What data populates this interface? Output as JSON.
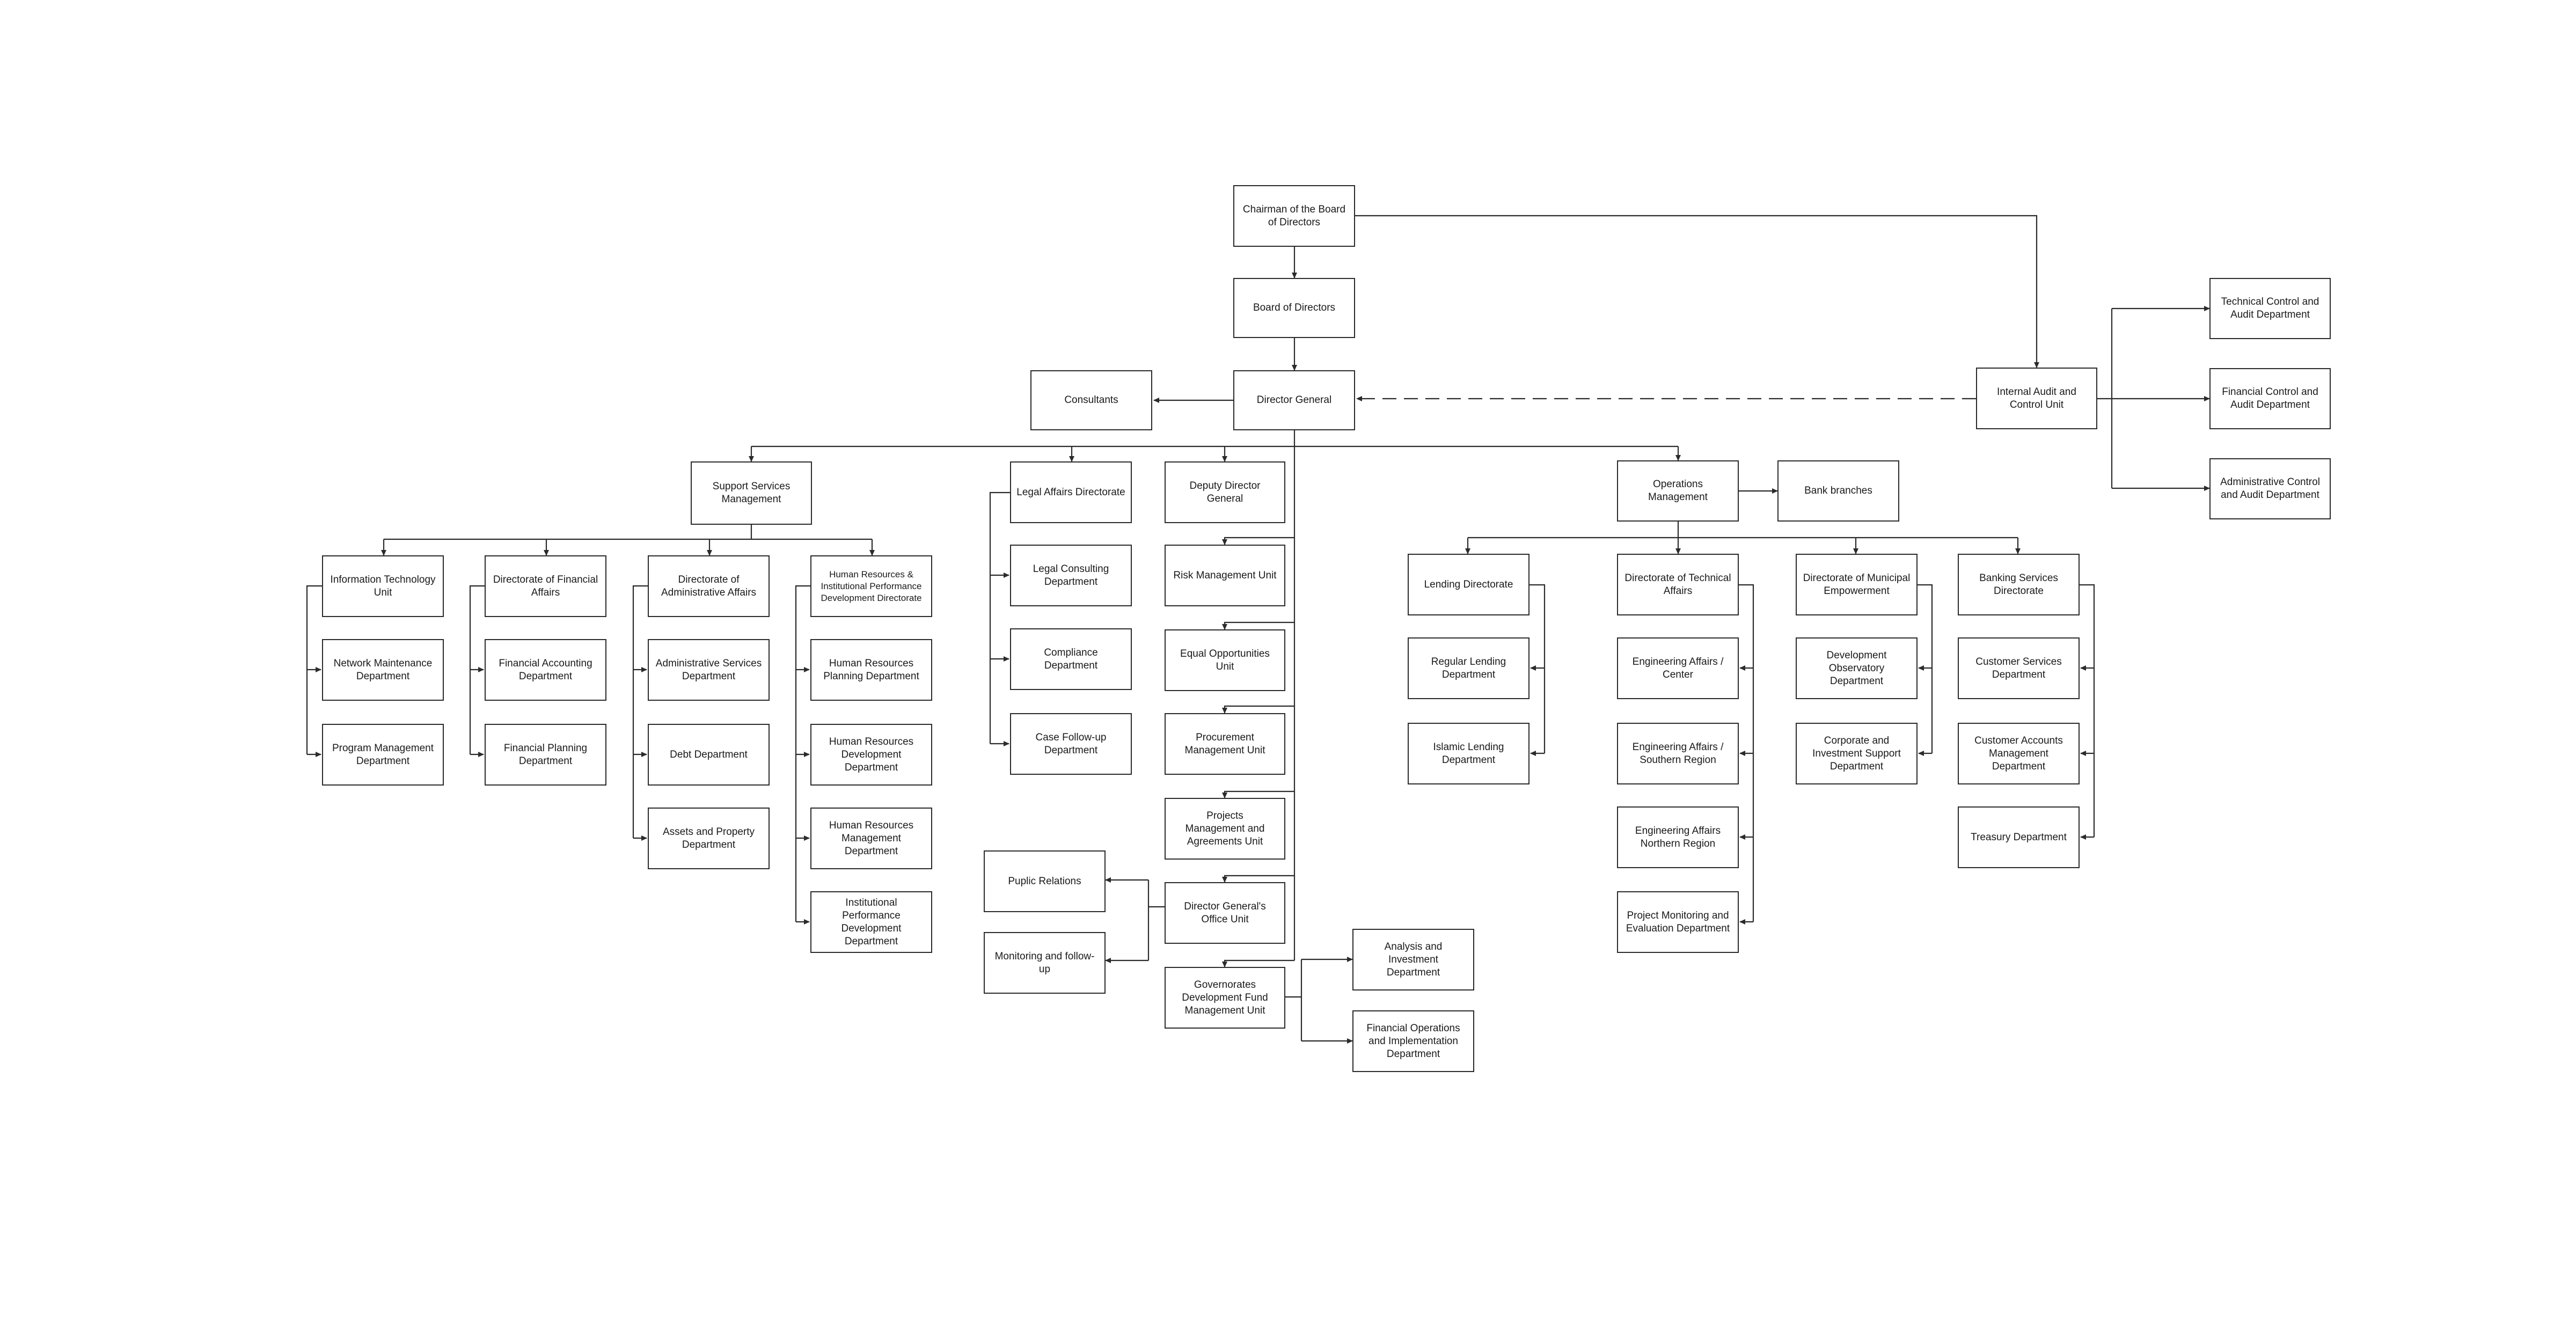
{
  "colors": {
    "line": "#2b2b2b",
    "box_border": "#2b2b2b",
    "background": "#ffffff"
  },
  "nodes": {
    "chairman": "Chairman of the Board\nof Directors",
    "board": "Board of Directors",
    "dg": "Director General",
    "consultants": "Consultants",
    "internal_audit": "Internal Audit and\nControl Unit",
    "technical_control": "Technical Control and\nAudit Department",
    "financial_control": "Financial Control and\nAudit Department",
    "admin_control": "Administrative Control\nand Audit Department",
    "support_services": "Support Services\nManagement",
    "it_unit": "Information Technology\nUnit",
    "network_maint": "Network Maintenance\nDepartment",
    "program_mgmt": "Program Management\nDepartment",
    "financial_affairs": "Directorate of Financial\nAffairs",
    "financial_accounting": "Financial Accounting\nDepartment",
    "financial_planning": "Financial Planning\nDepartment",
    "admin_affairs": "Directorate of\nAdministrative Affairs",
    "admin_services": "Administrative Services\nDepartment",
    "debt": "Debt Department",
    "assets_property": "Assets and Property\nDepartment",
    "hr_directorate": "Human Resources &\nInstitutional Performance\nDevelopment Directorate",
    "hr_planning": "Human Resources\nPlanning Department",
    "hr_development": "Human Resources\nDevelopment\nDepartment",
    "hr_management": "Human Resources\nManagement\nDepartment",
    "inst_perf": "Institutional\nPerformance\nDevelopment\nDepartment",
    "legal_affairs": "Legal Affairs Directorate",
    "legal_consulting": "Legal Consulting\nDepartment",
    "compliance": "Compliance Department",
    "case_followup": "Case Follow-up\nDepartment",
    "deputy_dg": "Deputy Director General",
    "risk_mgmt": "Risk Management Unit",
    "equal_opp": "Equal Opportunities\nUnit",
    "procurement": "Procurement\nManagement Unit",
    "projects_mgmt": "Projects\nManagement  and\nAgreements Unit",
    "dg_office": "Director General's\nOffice Unit",
    "public_relations": "Puplic Relations",
    "monitoring": "Monitoring and follow-\nup",
    "governorates_fund": "Governorates\nDevelopment Fund\nManagement Unit",
    "analysis_investment": "Analysis and Investment\nDepartment",
    "financial_operations": "Financial Operations\nand Implementation\nDepartment",
    "operations": "Operations\nManagement",
    "bank_branches": "Bank branches",
    "lending": "Lending Directorate",
    "regular_lending": "Regular Lending\nDepartment",
    "islamic_lending": "Islamic Lending\nDepartment",
    "technical_affairs": "Directorate of Technical\nAffairs",
    "eng_center": "Engineering Affairs /\nCenter",
    "eng_southern": "Engineering Affairs /\nSouthern Region",
    "eng_northern": "Engineering Affairs\nNorthern Region",
    "project_monitoring": "Project Monitoring and\nEvaluation Department",
    "municipal_empowerment": "Directorate of Municipal\nEmpowerment",
    "dev_observatory": "Development\nObservatory\nDepartment",
    "corporate_investment": "Corporate and\nInvestment Support\nDepartment",
    "banking_services": "Banking Services\nDirectorate",
    "customer_services": "Customer Services\nDepartment",
    "customer_accounts": "Customer Accounts\nManagement\nDepartment",
    "treasury": "Treasury Department"
  }
}
